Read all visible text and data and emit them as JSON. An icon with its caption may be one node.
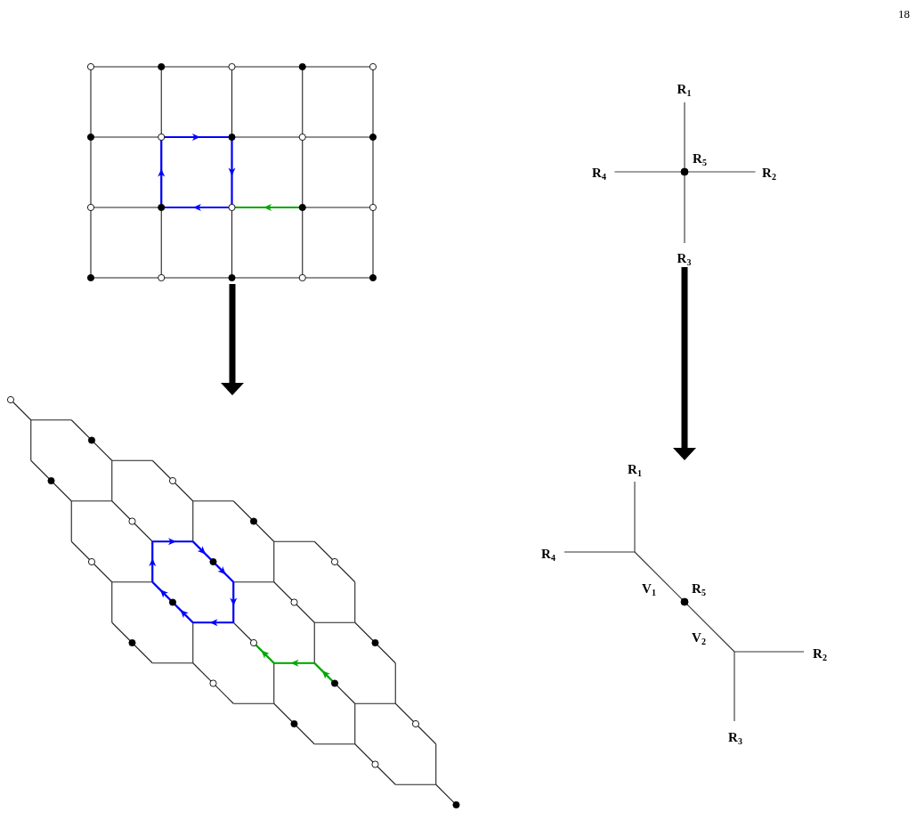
{
  "diagram": {
    "nodes": [
      {
        "text": [],
        "shape": "picture"
      },
      {
        "text": [
          "R$_{5}$"
        ],
        "beside": [
          "R$_{1}$",
          "R$_{4}$",
          "R$_{2}$",
          "R$_{3}$"
        ]
      },
      {
        "text": [],
        "shape": "picture"
      },
      {
        "text": [
          "V$_{1}$",
          "R$_{5}$",
          "V$_{2}$"
        ],
        "beside": [
          "R$_{1}$",
          "R$_{4}$",
          "R$_{2}$",
          "R$_{3}$"
        ]
      }
    ],
    "edges": [
      {
        "from": 0,
        "to": 2,
        "arrow": "to"
      },
      {
        "from": 1,
        "to": 3,
        "arrow": "to"
      }
    ],
    "labels": [
      "18"
    ]
  }
}
